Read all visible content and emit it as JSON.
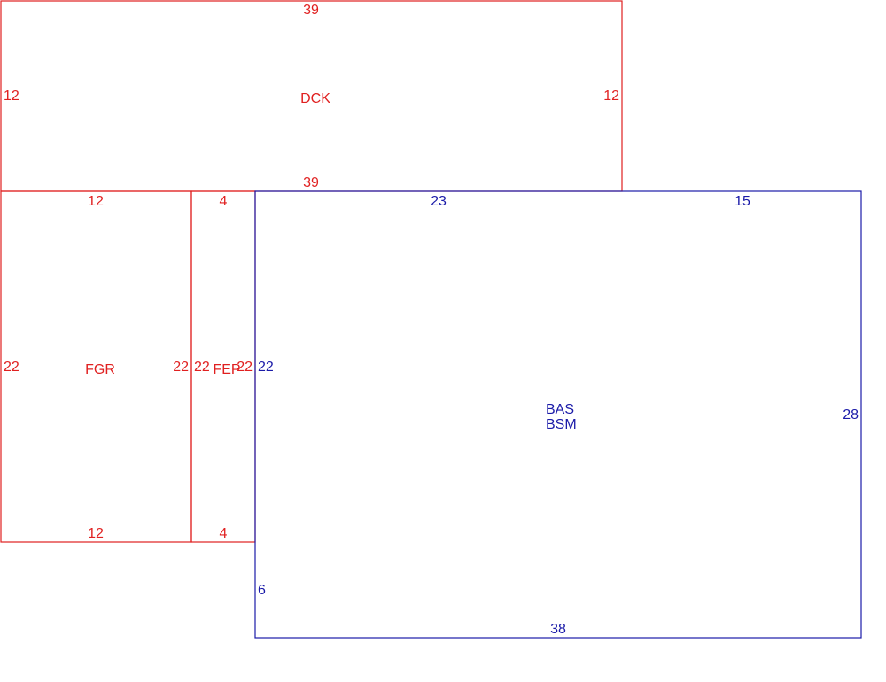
{
  "colors": {
    "outbuilding": "#e02020",
    "main": "#1a1aa8"
  },
  "areas": {
    "dck": {
      "label": "DCK",
      "top": "39",
      "bottom": "39",
      "left": "12",
      "right": "12"
    },
    "fgr": {
      "label": "FGR",
      "top": "12",
      "bottom": "12",
      "left": "22",
      "right": "22"
    },
    "fep": {
      "label": "FEP",
      "top": "4",
      "bottom": "4",
      "left": "22",
      "right": "22"
    },
    "bas": {
      "label_line1": "BAS",
      "label_line2": "BSM",
      "top_left": "23",
      "top_right": "15",
      "left_upper": "22",
      "left_lower": "6",
      "right": "28",
      "bottom": "38"
    }
  }
}
